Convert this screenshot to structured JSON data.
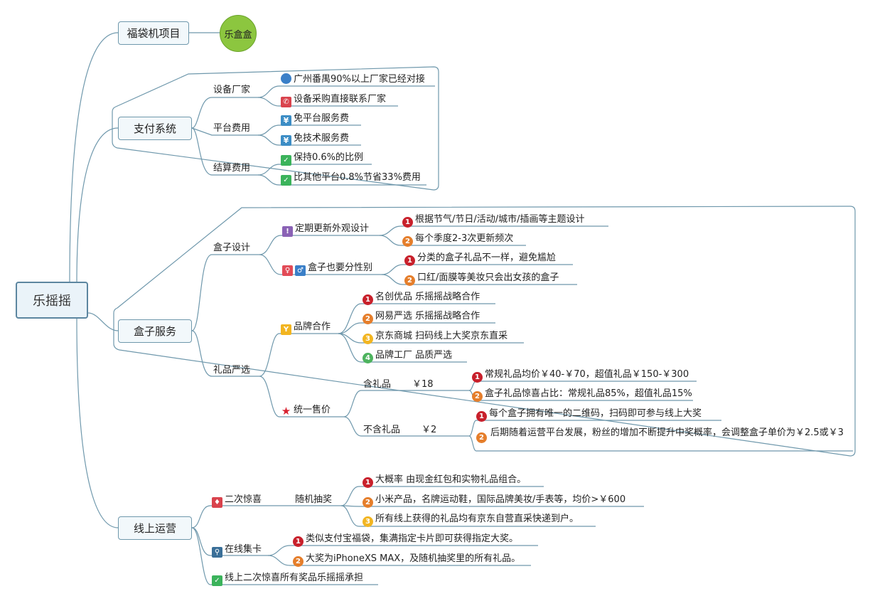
{
  "root": "乐摇摇",
  "colors": {
    "line": "#6f98ac",
    "box_fill": "#f2f8fb",
    "bubble": "#8cc63f"
  },
  "b1": {
    "title": "福袋机项目",
    "bubble": "乐盒盒"
  },
  "b2": {
    "title": "支付系统",
    "s1": {
      "label": "设备厂家",
      "i1": "广州番禺90%以上厂家已经对接",
      "i2": "设备采购直接联系厂家"
    },
    "s2": {
      "label": "平台费用",
      "i1": "免平台服务费",
      "i2": "免技术服务费"
    },
    "s3": {
      "label": "结算费用",
      "i1": "保持0.6%的比例",
      "i2": "比其他平台0.8%节省33%费用"
    }
  },
  "b3": {
    "title": "盒子服务",
    "s1": {
      "label": "盒子设计",
      "t1": {
        "label": "定期更新外观设计",
        "i1": "根据节气/节日/活动/城市/插画等主题设计",
        "i2": "每个季度2-3次更新频次"
      },
      "t2": {
        "label": "盒子也要分性别",
        "i1": "分类的盒子礼品不一样，避免尴尬",
        "i2": "口红/面膜等美妆只会出女孩的盒子"
      }
    },
    "s2": {
      "label": "礼品严选",
      "t1": {
        "label": "品牌合作",
        "i1": "名创优品 乐摇摇战略合作",
        "i2": "网易严选 乐摇摇战略合作",
        "i3": "京东商城 扫码线上大奖京东直采",
        "i4": "品牌工厂  品质严选"
      },
      "t2": {
        "label": "统一售价",
        "u1": {
          "label": "含礼品",
          "price": "￥18",
          "i1": "常规礼品均价￥40-￥70，超值礼品￥150-￥300",
          "i2": "盒子礼品惊喜占比：常规礼品85%，超值礼品15%"
        },
        "u2": {
          "label": "不含礼品",
          "price": "￥2",
          "i1": "每个盒子拥有唯一的二维码，扫码即可参与线上大奖",
          "i2": "后期随着运营平台发展，粉丝的增加不断提升中奖概率，会调整盒子单价为￥2.5或￥3"
        }
      }
    }
  },
  "b4": {
    "title": "线上运营",
    "s1": {
      "label": "二次惊喜",
      "sub": "随机抽奖",
      "i1": "大概率 由现金红包和实物礼品组合。",
      "i2": "小米产品，名牌运动鞋，国际品牌美妆/手表等，均价>￥600",
      "i3": "所有线上获得的礼品均有京东自营直采快递到户。"
    },
    "s2": {
      "label": "在线集卡",
      "i1": "类似支付宝福袋，集满指定卡片即可获得指定大奖。",
      "i2": "大奖为iPhoneXS MAX，及随机抽奖里的所有礼品。"
    },
    "s3": {
      "label": "线上二次惊喜所有奖品乐摇摇承担"
    }
  },
  "markers": {
    "n1": "1",
    "n2": "2",
    "n3": "3",
    "n4": "4",
    "yen": "¥",
    "check": "✓",
    "star": "★"
  }
}
